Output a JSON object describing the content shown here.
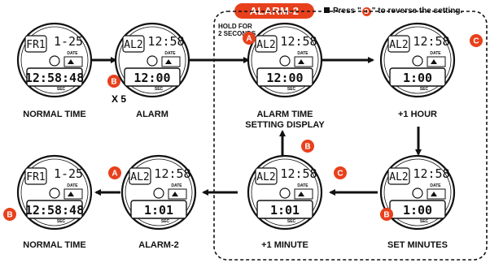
{
  "header": {
    "banner": "ALARM-2",
    "note_pre": "Press \"",
    "note_button": "D",
    "note_post": "\" to reverse the setting."
  },
  "hold_note": [
    "HOLD FOR",
    "2 SECONDS"
  ],
  "repeat_label": "X 5",
  "accent_color": "#e8401c",
  "watches": [
    {
      "id": "normal-time-top",
      "caption": [
        "NORMAL TIME"
      ],
      "top_left": "FR1",
      "top_right": "1-25",
      "sub_right": "DATE",
      "main": "12:58:48",
      "sub_bottom": "SEC",
      "button": null
    },
    {
      "id": "alarm",
      "caption": [
        "ALARM"
      ],
      "top_left": "AL2",
      "top_right": "12:58",
      "sub_right": "DATE",
      "main": "12:00",
      "sub_bottom": "SEC",
      "button": "B"
    },
    {
      "id": "alarm-time-setting-display",
      "caption": [
        "ALARM TIME",
        "SETTING DISPLAY"
      ],
      "top_left": "AL2",
      "top_right": "12:58",
      "sub_right": "DATE",
      "main": "12:00",
      "sub_bottom": "SEC",
      "button": "A"
    },
    {
      "id": "plus-one-hour",
      "caption": [
        "+1 HOUR"
      ],
      "top_left": "AL2",
      "top_right": "12:58",
      "sub_right": "DATE",
      "main": "1:00",
      "sub_bottom": "SEC",
      "button": "C"
    },
    {
      "id": "normal-time-bottom",
      "caption": [
        "NORMAL TIME"
      ],
      "top_left": "FR1",
      "top_right": "1-25",
      "sub_right": "DATE",
      "main": "12:58:48",
      "sub_bottom": "SEC",
      "button": "B"
    },
    {
      "id": "alarm-2",
      "caption": [
        "ALARM-2"
      ],
      "top_left": "AL2",
      "top_right": "12:58",
      "sub_right": "DATE",
      "main": "1:01",
      "sub_bottom": "SEC",
      "button": "A"
    },
    {
      "id": "plus-one-minute",
      "caption": [
        "+1 MINUTE"
      ],
      "top_left": "AL2",
      "top_right": "12:58",
      "sub_right": "DATE",
      "main": "1:01",
      "sub_bottom": "SEC",
      "button": "C"
    },
    {
      "id": "set-minutes",
      "caption": [
        "SET MINUTES"
      ],
      "top_left": "AL2",
      "top_right": "12:58",
      "sub_right": "DATE",
      "main": "1:00",
      "sub_bottom": "SEC",
      "button": "B"
    }
  ],
  "extra_button": "B"
}
